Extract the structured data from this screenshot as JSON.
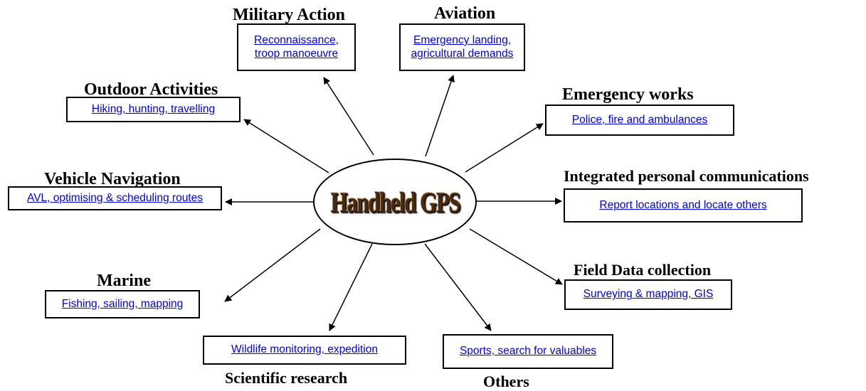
{
  "center": {
    "label": "Handheld GPS"
  },
  "nodes": [
    {
      "title": "Military Action",
      "description": "Reconnaissance, troop manoeuvre"
    },
    {
      "title": "Aviation",
      "description": "Emergency landing, agricultural demands"
    },
    {
      "title": "Outdoor Activities",
      "description": "Hiking, hunting, travelling"
    },
    {
      "title": "Emergency works",
      "description": "Police, fire and ambulances"
    },
    {
      "title": "Vehicle Navigation",
      "description": "AVL, optimising & scheduling routes"
    },
    {
      "title": "Integrated personal communications",
      "description": "Report locations and locate others"
    },
    {
      "title": "Marine",
      "description": "Fishing, sailing, mapping"
    },
    {
      "title": "Field Data collection",
      "description": "Surveying & mapping, GIS"
    },
    {
      "title": "Scientific research",
      "description": "Wildlife monitoring, expedition"
    },
    {
      "title": "Others",
      "description": "Sports, search for valuables"
    }
  ]
}
